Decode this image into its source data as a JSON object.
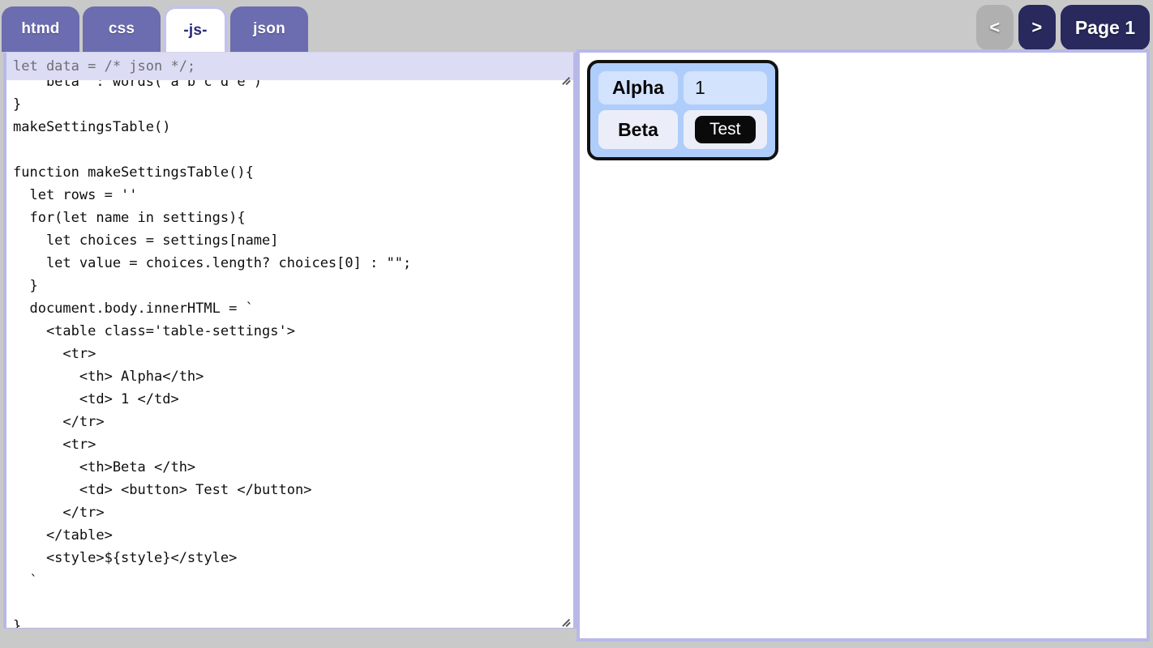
{
  "topbar": {
    "tabs": [
      {
        "label": "htmd",
        "active": false
      },
      {
        "label": "css",
        "active": false
      },
      {
        "label": "-js-",
        "active": true
      },
      {
        "label": "json",
        "active": false
      }
    ],
    "nav": {
      "prev_label": "<",
      "next_label": ">",
      "page_label": "Page 1"
    }
  },
  "editor": {
    "sticky_line": "let data = /* json */;",
    "code": "   'beta' : words('a b c d e')\n}\nmakeSettingsTable()\n\nfunction makeSettingsTable(){\n  let rows = ''\n  for(let name in settings){\n    let choices = settings[name]\n    let value = choices.length? choices[0] : \"\";\n  }\n  document.body.innerHTML = `\n    <table class='table-settings'>\n      <tr>\n        <th> Alpha</th>\n        <td> 1 </td>\n      </tr>\n      <tr>\n        <th>Beta </th>\n        <td> <button> Test </button>\n      </tr>\n    </table>\n    <style>${style}</style>\n  `\n\n}"
  },
  "preview": {
    "table": {
      "rows": [
        {
          "header": "Alpha",
          "value": "1",
          "is_button": false
        },
        {
          "header": "Beta",
          "value": "Test",
          "is_button": true
        }
      ]
    }
  },
  "colors": {
    "page_background": "#c9c9c9",
    "tab_inactive": "#6c6cb0",
    "tab_active_text": "#2b2b7a",
    "nav_active": "#29295e",
    "nav_disabled": "#b0b0b0",
    "pane_border": "#b8b8e8",
    "sticky_background": "#dcdcf4",
    "table_container": "#aecdfa",
    "table_cell_row1": "#d3e3fd",
    "table_cell_row2": "#ebedf9",
    "button_background": "#0a0a0a"
  }
}
